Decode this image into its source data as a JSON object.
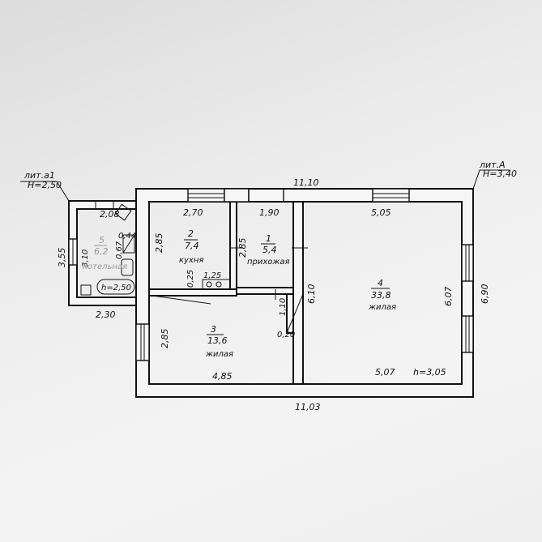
{
  "annex": {
    "lit_label": "лит.а1",
    "height_label": "H=2,50",
    "room": {
      "number": "5",
      "area": "6,2",
      "name": "котельная",
      "ceiling": "h=2,50"
    },
    "dims": {
      "top": "2,08",
      "bottom": "2,30",
      "outer_left": "3,55",
      "inner_left": "3,10",
      "d044": "0,44",
      "d067": "0,67"
    }
  },
  "main": {
    "lit_label": "лит.А",
    "height_label": "H=3,40",
    "dims": {
      "top_total": "11,10",
      "bottom_total": "11,03",
      "right_outer": "6,90"
    },
    "rooms": [
      {
        "number": "1",
        "area": "5,4",
        "name": "прихожая",
        "width": "1,90",
        "depth": "2,85"
      },
      {
        "number": "2",
        "area": "7,4",
        "name": "кухня",
        "width": "2,70",
        "depth": "2,85",
        "stove_width": "1,25",
        "stove_depth": "0,25"
      },
      {
        "number": "3",
        "area": "13,6",
        "name": "жилая",
        "width": "4,85",
        "depth": "2,85"
      },
      {
        "number": "4",
        "area": "33,8",
        "name": "жилая",
        "width_top": "5,05",
        "width_bottom": "5,07",
        "depth_left": "6,10",
        "depth_right": "6,07",
        "ceiling": "h=3,05"
      }
    ],
    "closet": {
      "depth": "1,10",
      "width": "0,20"
    }
  }
}
